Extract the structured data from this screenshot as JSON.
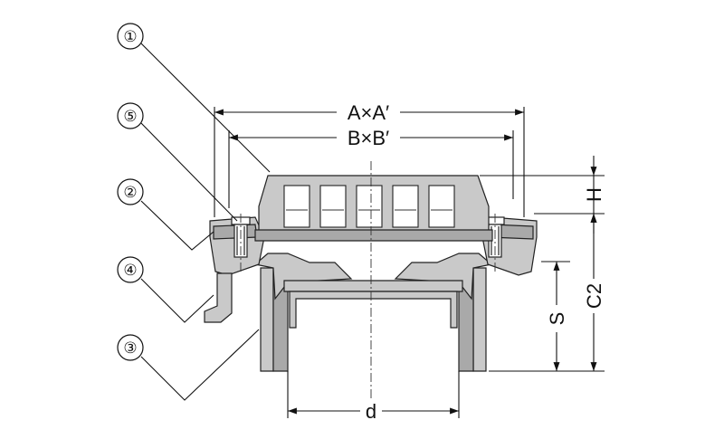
{
  "dimensions": {
    "outer": "A×A′",
    "inner": "B×B′",
    "height_h": "H",
    "height_c2": "C2",
    "socket_s": "S",
    "diameter_d": "d"
  },
  "callouts": [
    {
      "id": "1",
      "label": "①"
    },
    {
      "id": "5",
      "label": "⑤"
    },
    {
      "id": "2",
      "label": "②"
    },
    {
      "id": "4",
      "label": "④"
    },
    {
      "id": "3",
      "label": "③"
    }
  ]
}
